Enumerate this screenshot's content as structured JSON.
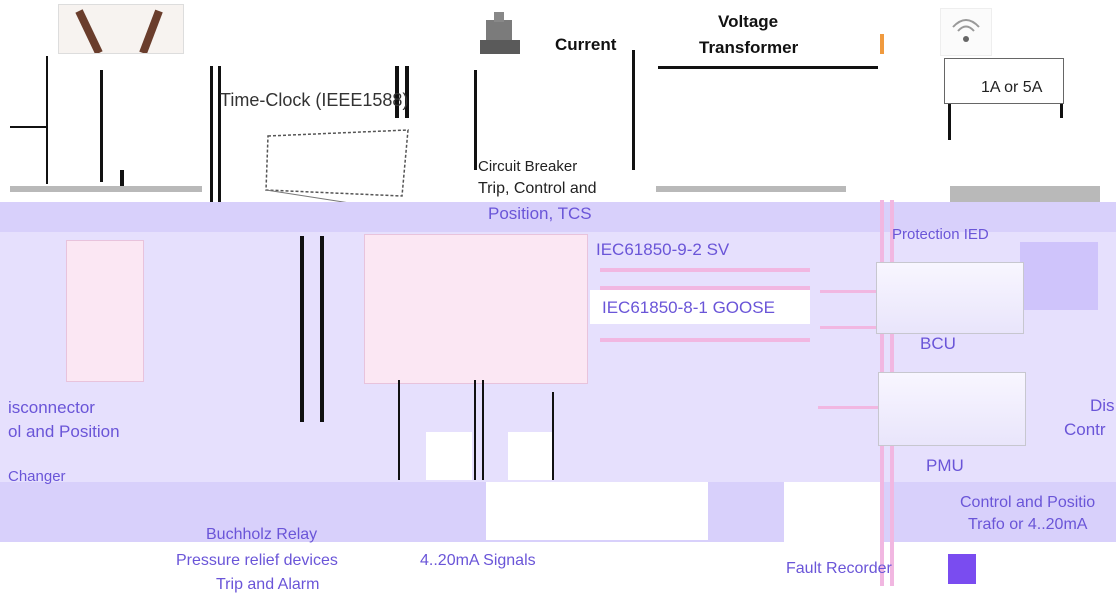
{
  "colors": {
    "band": "#d8d0fb",
    "pink": "#fbe7f3",
    "label": "#6a55d8",
    "arrow": "#f1b7e1",
    "orange": "#f09a3e",
    "purple_block": "#7a4cf0"
  },
  "labels": {
    "current": "Current",
    "voltage": "Voltage",
    "transformer": "Transformer",
    "time_clock": "Time-Clock (IEEE1588)",
    "rating": "1A or 5A",
    "cb_1": "Circuit Breaker",
    "cb_2": "Trip, Control and",
    "cb_3": "Position, TCS",
    "iec_sv": "IEC61850-9-2 SV",
    "iec_goose": "IEC61850-8-1 GOOSE",
    "protection": "Protection IED",
    "bcu": "BCU",
    "pmu": "PMU",
    "disc_1": "isconnector",
    "disc_2": "ol and Position",
    "changer_1": "Changer",
    "buchholz": "Buchholz Relay",
    "pressure": "Pressure relief devices",
    "signals": "4..20mA Signals",
    "trip_alarm": "Trip and Alarm",
    "fault_recorder": "Fault Recorder",
    "right_1": "Dis",
    "right_2": "Contr",
    "right_3": "Control and Positio",
    "right_4": "Trafo or 4..20mA"
  },
  "icons": [
    "surge-arrester-icon",
    "current-transformer-icon",
    "antenna-icon",
    "gps-clock-icon",
    "ied-device-icon"
  ]
}
